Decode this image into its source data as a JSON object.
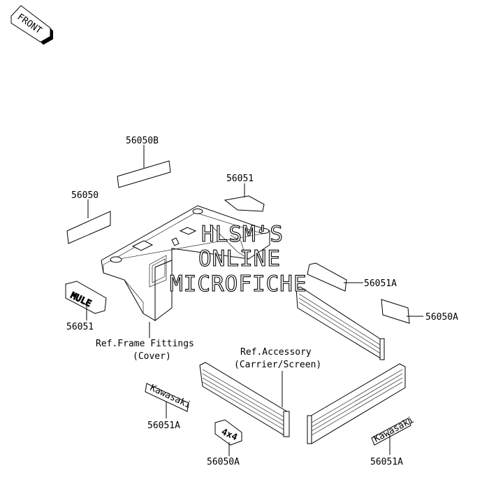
{
  "front_badge": {
    "label": "FRONT",
    "icon": "front-arrow-icon"
  },
  "watermark": {
    "lines": [
      "HLSM'S",
      "ONLINE",
      "MICROFICHE"
    ]
  },
  "references": {
    "frame_fittings": {
      "line1": "Ref.Frame Fittings",
      "line2": "(Cover)"
    },
    "accessory": {
      "line1": "Ref.Accessory",
      "line2": "(Carrier/Screen)"
    }
  },
  "callouts": [
    {
      "id": "56050B",
      "label": "56050B"
    },
    {
      "id": "56051-top",
      "label": "56051"
    },
    {
      "id": "56050-left",
      "label": "56050"
    },
    {
      "id": "56051A-right",
      "label": "56051A"
    },
    {
      "id": "56050A-right",
      "label": "56050A"
    },
    {
      "id": "56051-left",
      "label": "56051"
    },
    {
      "id": "56051A-bottom-left",
      "label": "56051A"
    },
    {
      "id": "56050A-bottom",
      "label": "56050A"
    },
    {
      "id": "56051A-bottom-right",
      "label": "56051A"
    }
  ],
  "decals": {
    "mule": "MULE",
    "kawasaki_left": "Kawasaki",
    "kawasaki_right": "Kawasaki",
    "fourbyfour": "4x4"
  }
}
